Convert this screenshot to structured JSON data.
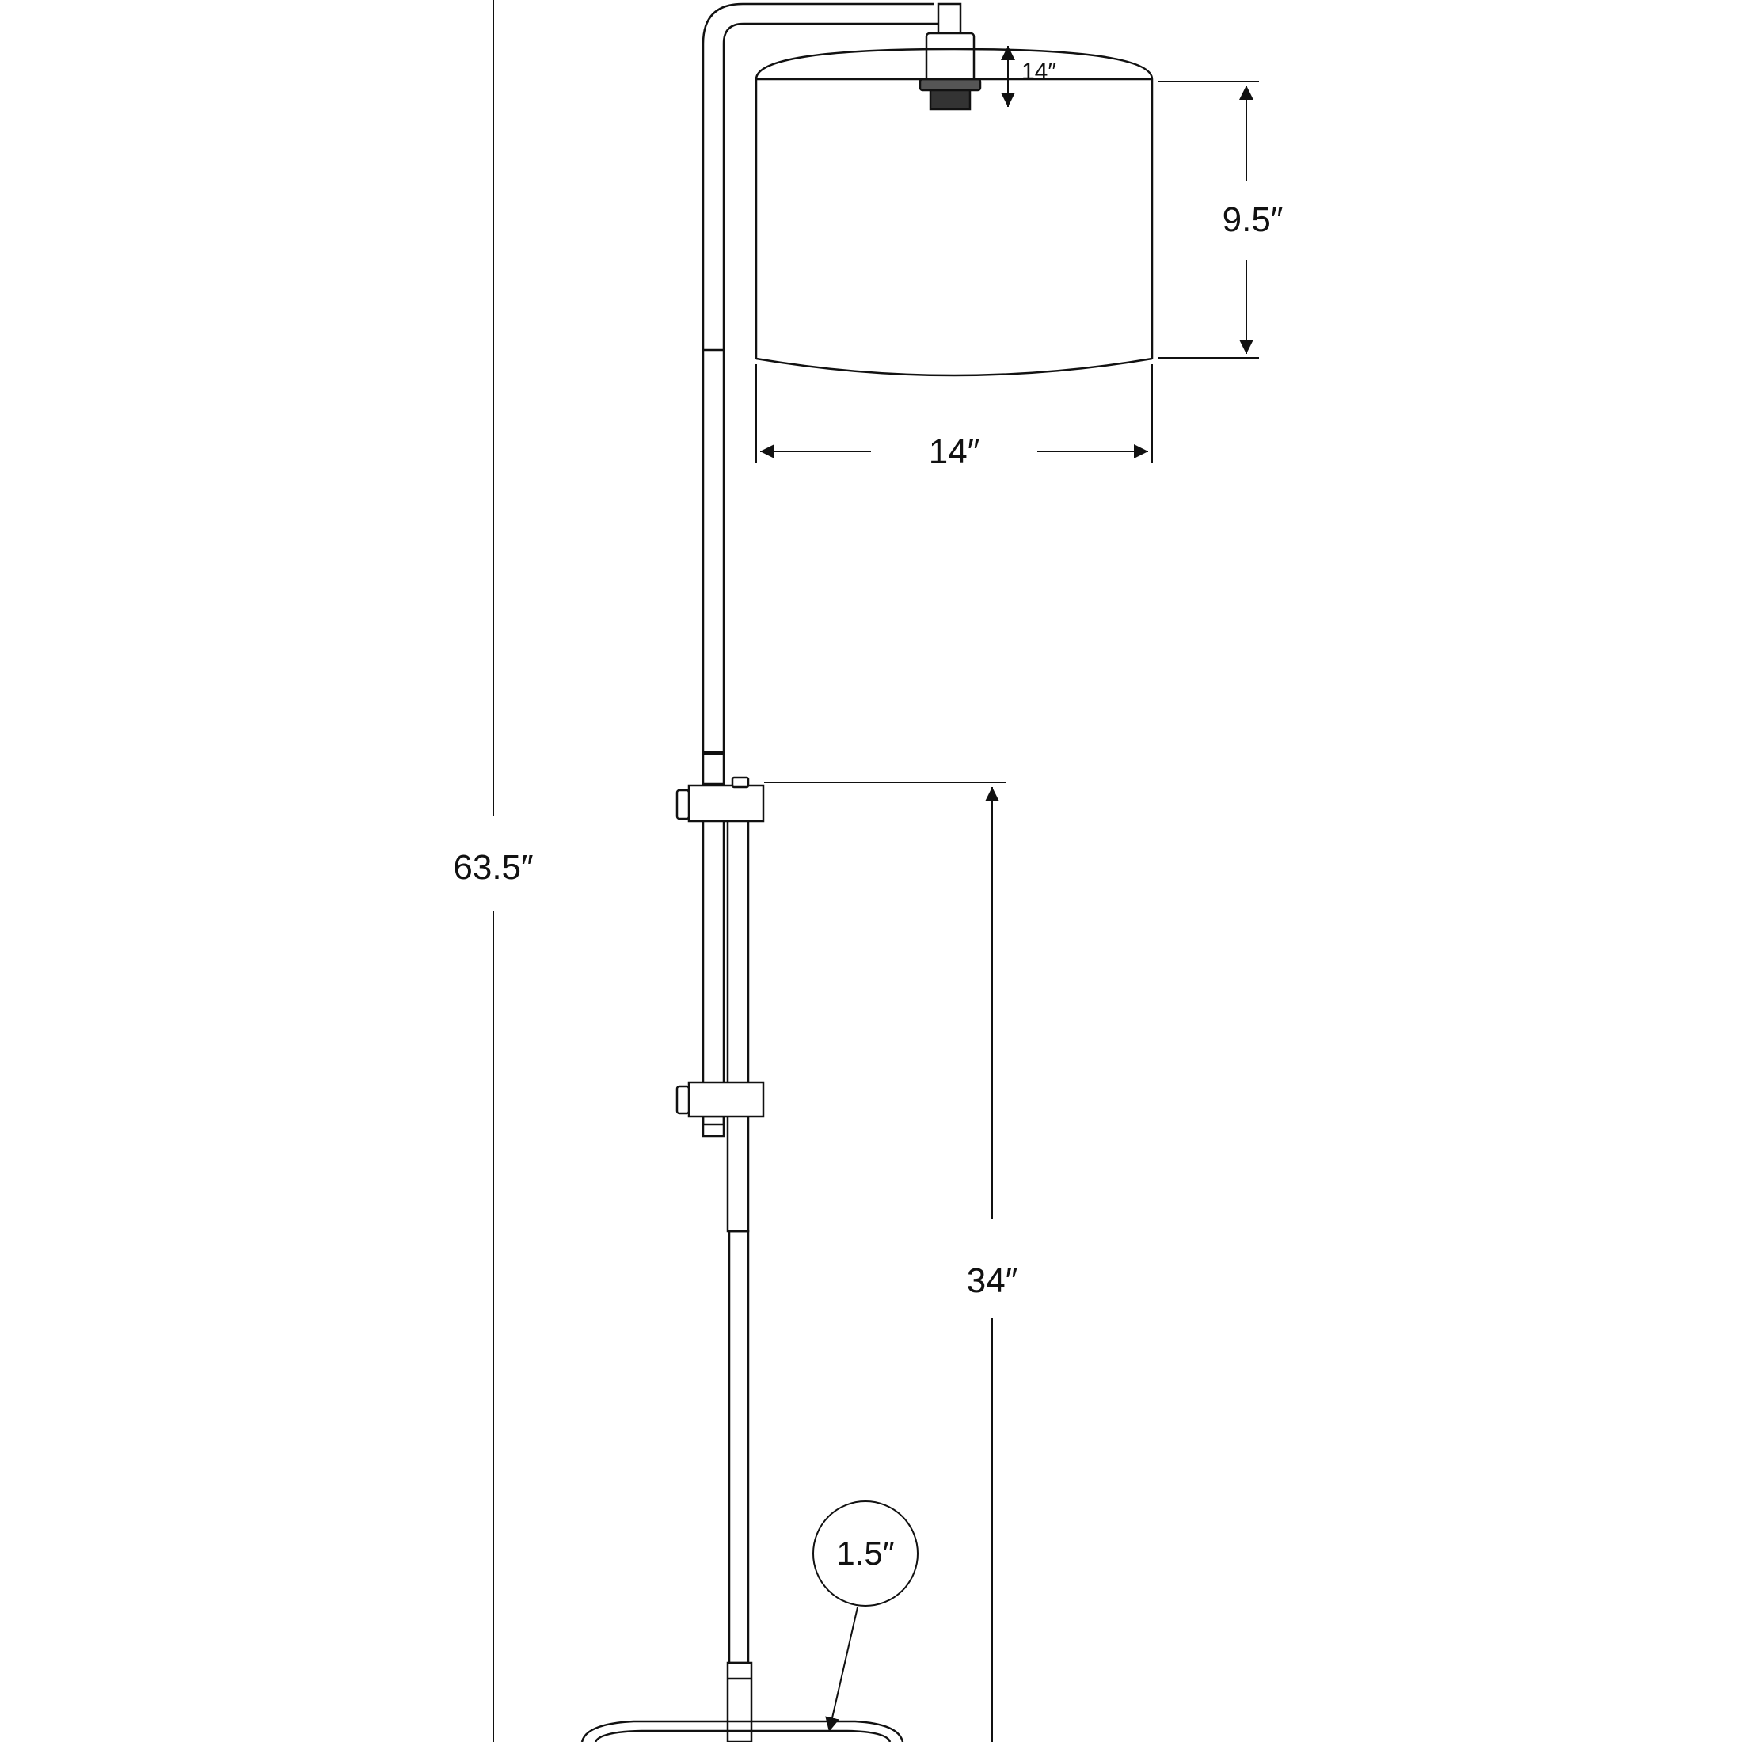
{
  "diagram": {
    "dimensions": {
      "overall_height": "63.5″",
      "shade_height": "9.5″",
      "shade_width": "14″",
      "socket_drop": "14″",
      "adjustable_height": "34″",
      "base_thickness": "1.5″"
    },
    "colors": {
      "line": "#1a1a1a",
      "background": "#ffffff"
    }
  }
}
